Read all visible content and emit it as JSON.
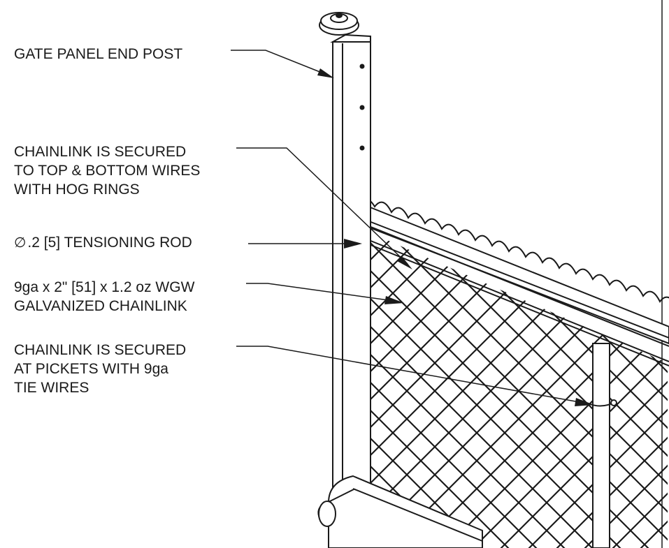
{
  "callouts": {
    "gate_post": {
      "lines": [
        "GATE PANEL END POST"
      ]
    },
    "hog_rings": {
      "lines": [
        "CHAINLINK IS SECURED",
        "TO TOP & BOTTOM WIRES",
        "WITH HOG RINGS"
      ]
    },
    "tension_rod": {
      "symbol": "∅",
      "text": ".2 [5] TENSIONING ROD"
    },
    "chainlink_spec": {
      "lines": [
        "9ga x 2\" [51] x 1.2 oz WGW",
        "GALVANIZED CHAINLINK"
      ]
    },
    "tie_wires": {
      "lines": [
        "CHAINLINK IS SECURED",
        "AT PICKETS WITH 9ga",
        "TIE WIRES"
      ]
    }
  },
  "colors": {
    "line": "#1a1a1a",
    "background": "#ffffff"
  }
}
